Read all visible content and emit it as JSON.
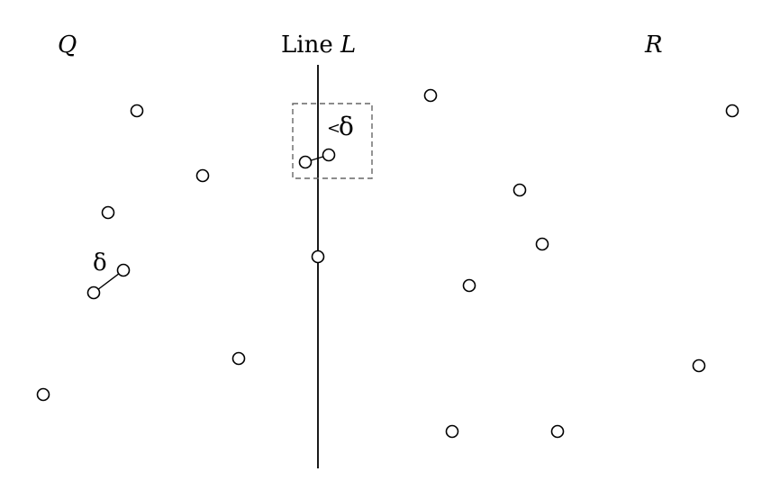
{
  "labels": {
    "left_region": "Q",
    "line_prefix": "Line ",
    "line_name": "L",
    "right_region": "R",
    "pair_distance": "δ",
    "strip_less": "<",
    "strip_delta": "δ"
  },
  "colors": {
    "ink": "#000000",
    "box_stroke": "#666666",
    "background": "#ffffff"
  }
}
